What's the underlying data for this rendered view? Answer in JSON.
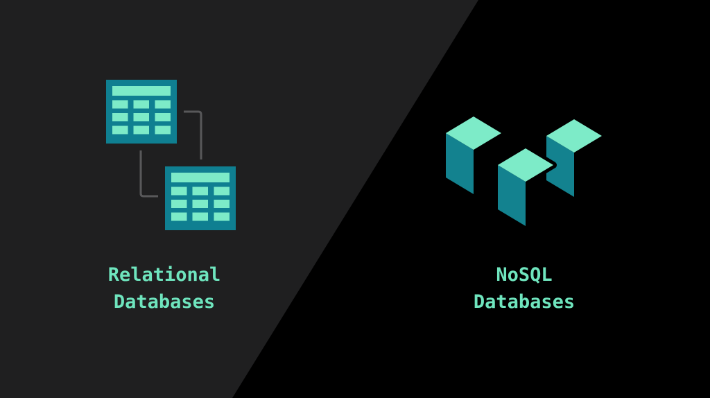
{
  "left_panel": {
    "label_line1": "Relational",
    "label_line2": "Databases",
    "icon": "relational-tables-icon"
  },
  "right_panel": {
    "label_line1": "NoSQL",
    "label_line2": "Databases",
    "icon": "nosql-cubes-icon"
  },
  "colors": {
    "bg_left": "#1F1F20",
    "bg_right": "#000000",
    "teal": "#0F7F91",
    "mint": "#7DEBC8",
    "cube_top": "#7DEBC8",
    "cube_side": "#13828F",
    "connector_gray": "#58585A",
    "text_green": "#6FE5BE"
  }
}
